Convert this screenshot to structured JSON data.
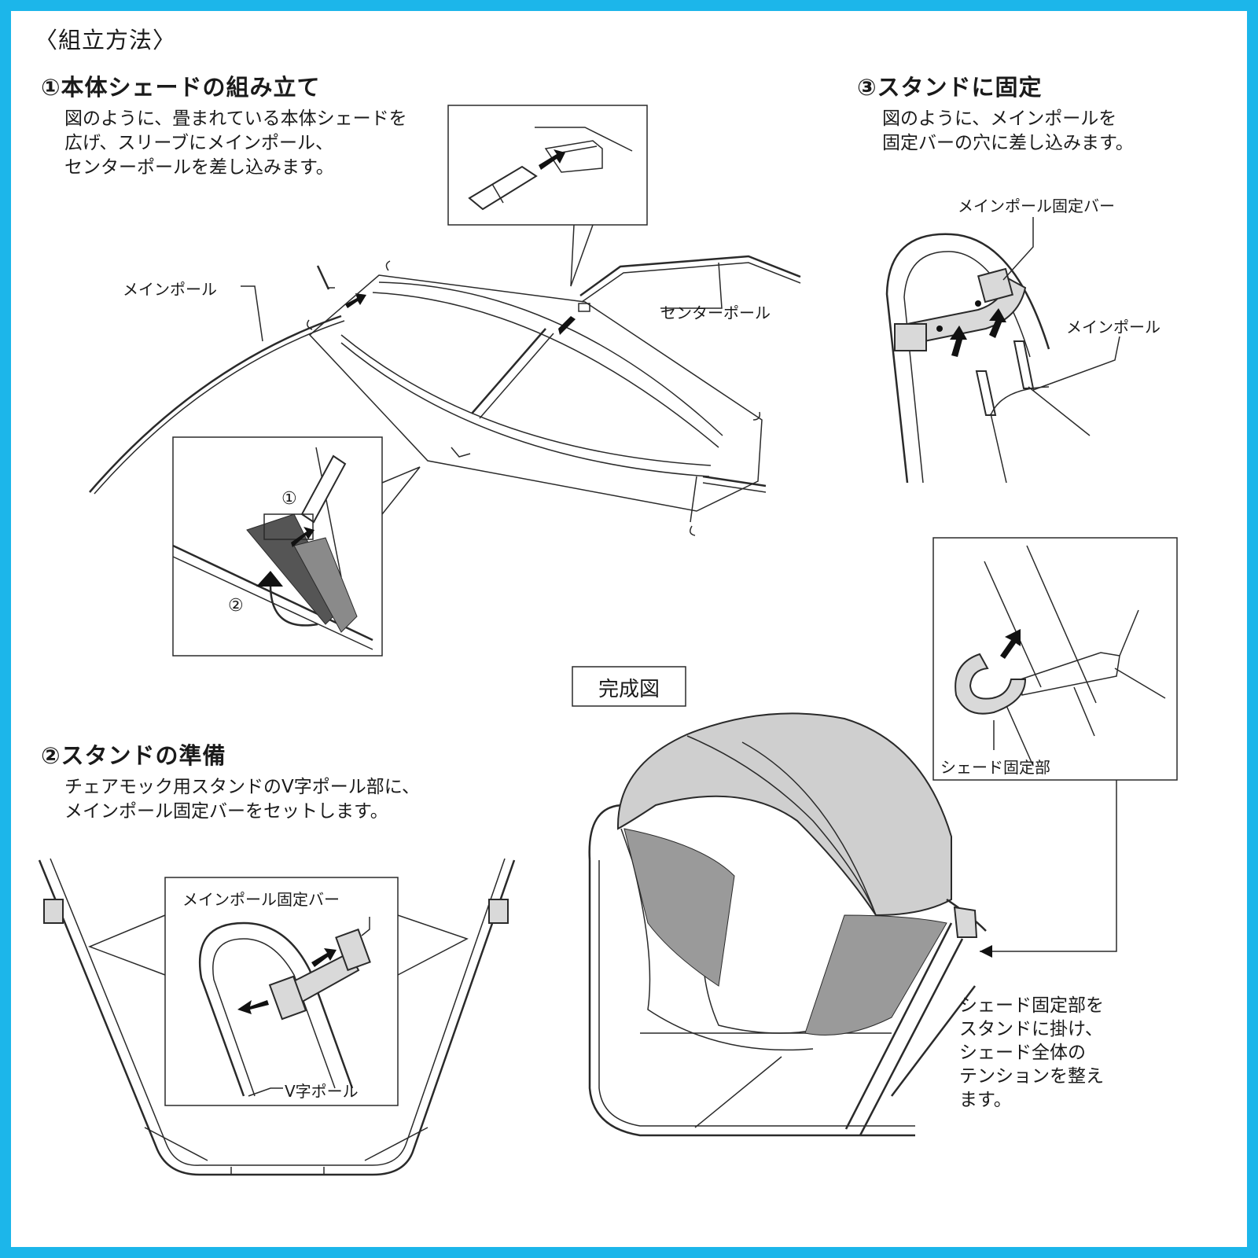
{
  "title": "〈組立方法〉",
  "step1": {
    "heading": "①本体シェードの組み立て",
    "text": "図のように、畳まれている本体シェードを\n広げ、スリーブにメインポール、\nセンターポールを差し込みます。",
    "label_main_pole": "メインポール",
    "label_center_pole": "センターポール",
    "inset_num1": "①",
    "inset_num2": "②"
  },
  "step2": {
    "heading": "②スタンドの準備",
    "text": "チェアモック用スタンドのV字ポール部に、\nメインポール固定バーをセットします。",
    "label_fix_bar": "メインポール固定バー",
    "label_v_pole": "V字ポール"
  },
  "step3": {
    "heading": "③スタンドに固定",
    "text": "図のように、メインポールを\n固定バーの穴に差し込みます。",
    "label_fix_bar": "メインポール固定バー",
    "label_main_pole": "メインポール",
    "label_shade_fix": "シェード固定部"
  },
  "complete": {
    "label": "完成図",
    "note": "シェード固定部を\nスタンドに掛け、\nシェード全体の\nテンションを整え\nます。"
  },
  "colors": {
    "frame": "#1cb6ea"
  }
}
